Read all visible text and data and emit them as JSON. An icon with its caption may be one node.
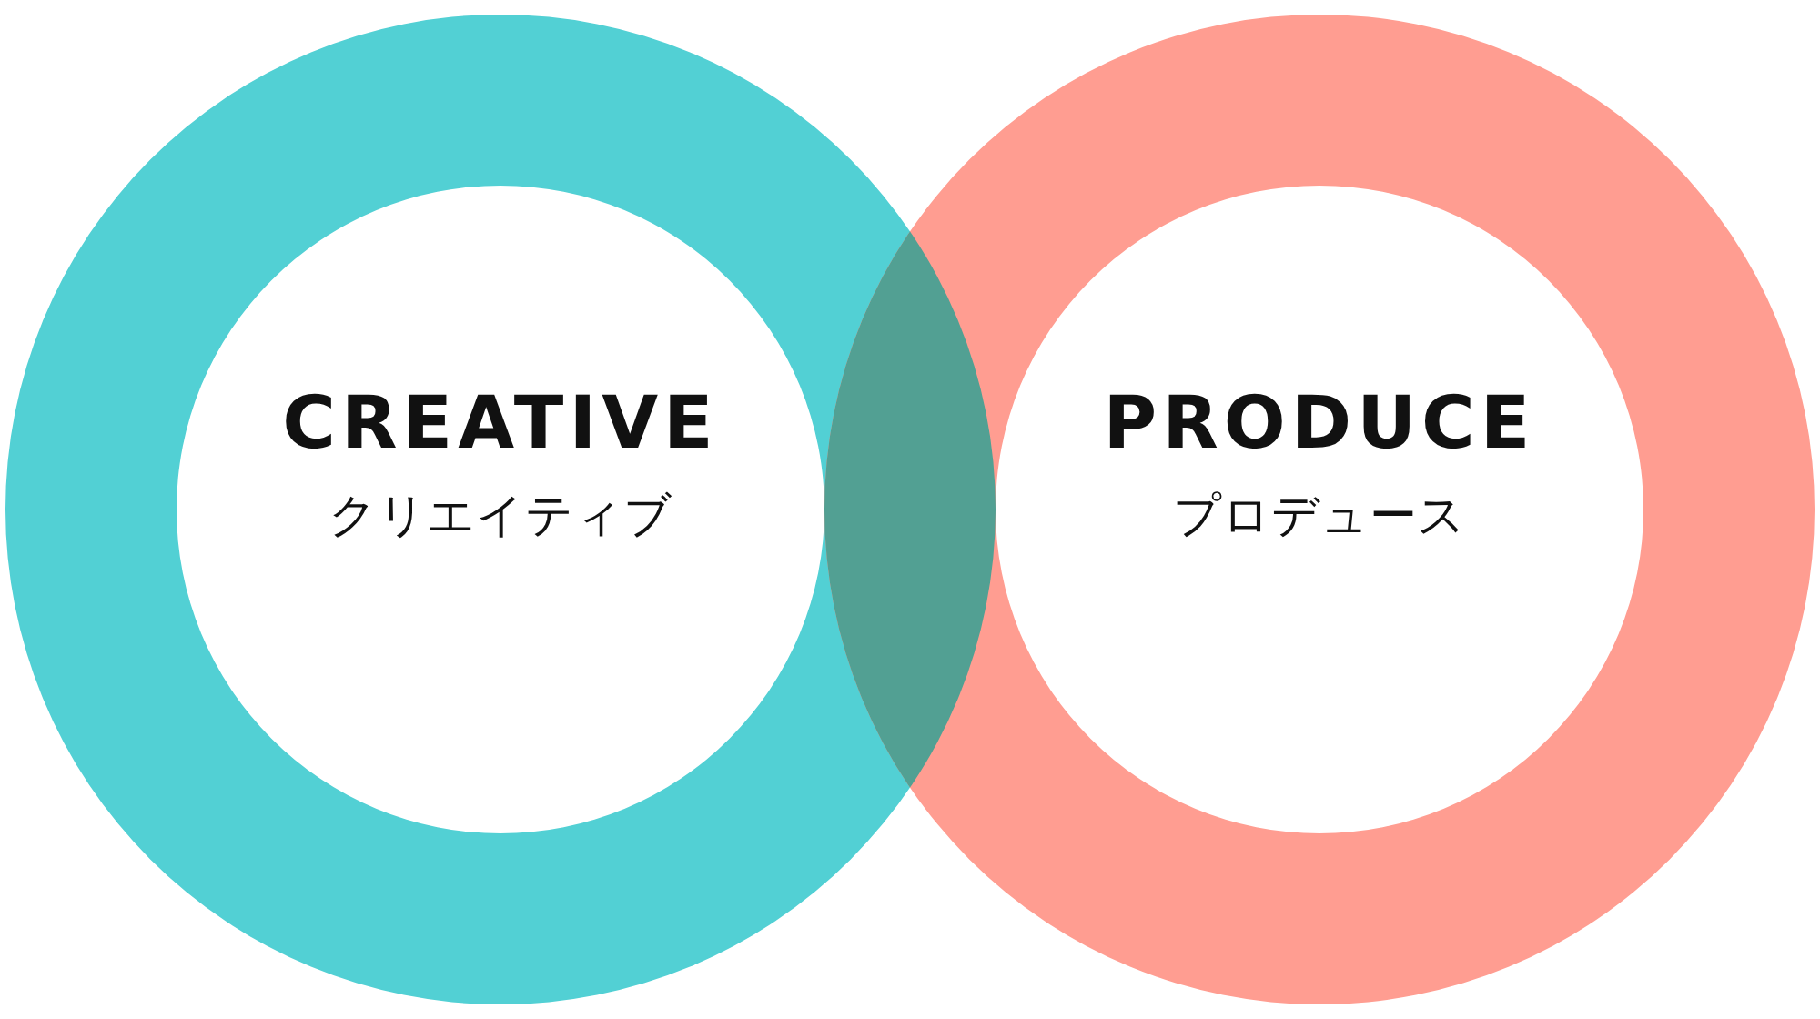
{
  "diagram": {
    "nodes": [
      {
        "text": [
          "CREATIVE",
          "クリエイティブ"
        ]
      },
      {
        "text": [
          "PRODUCE",
          "プロデュース"
        ]
      }
    ]
  }
}
